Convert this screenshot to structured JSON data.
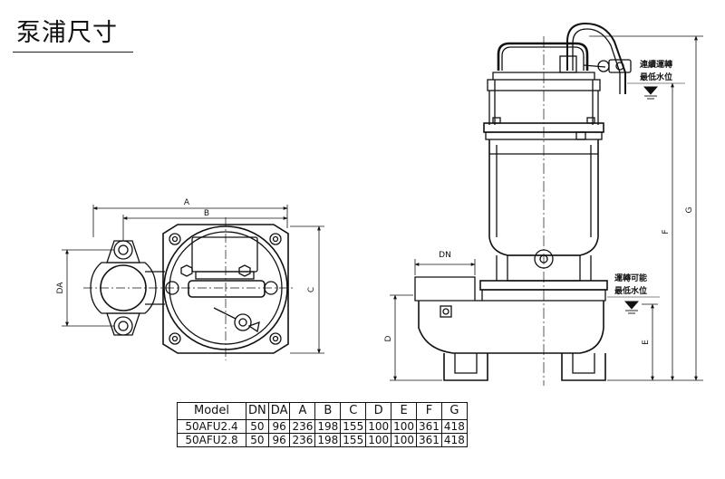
{
  "header": {
    "title": "泵浦尺寸"
  },
  "drawing": {
    "labels": {
      "A": "A",
      "B": "B",
      "C": "C",
      "DA": "DA",
      "DN": "DN",
      "D": "D",
      "E": "E",
      "F": "F",
      "G": "G"
    },
    "notes": {
      "continuous_run": "連續運轉",
      "min_level_1": "最低水位",
      "run_possible": "運轉可能",
      "min_level_2": "最低水位"
    }
  },
  "table": {
    "headers": [
      "Model",
      "DN",
      "DA",
      "A",
      "B",
      "C",
      "D",
      "E",
      "F",
      "G"
    ],
    "rows": [
      [
        "50AFU2.4",
        "50",
        "96",
        "236",
        "198",
        "155",
        "100",
        "100",
        "361",
        "418"
      ],
      [
        "50AFU2.8",
        "50",
        "96",
        "236",
        "198",
        "155",
        "100",
        "100",
        "361",
        "418"
      ]
    ]
  }
}
